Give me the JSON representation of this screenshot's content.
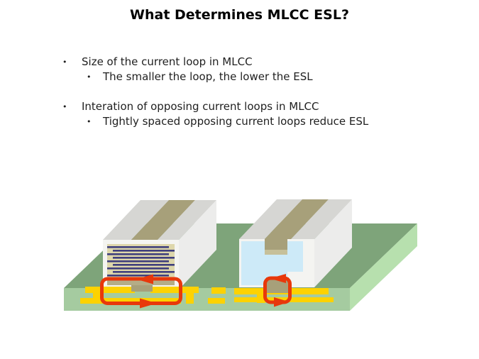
{
  "slide": {
    "title": "What Determines MLCC ESL?",
    "bullets": [
      {
        "marker": "•",
        "label": "Size of the current loop in MLCC",
        "sub_marker": "•",
        "sub": "The smaller the loop, the lower the ESL"
      },
      {
        "marker": "•",
        "label": "Interation of opposing current loops in MLCC",
        "sub_marker": "•",
        "sub": "Tightly spaced opposing current loops reduce ESL"
      }
    ]
  },
  "diagram": {
    "colors": {
      "board_top": "#7ea47a",
      "board_front": "#a5cba0",
      "board_side": "#b7e0ae",
      "trace_yellow": "#fdd201",
      "loop_red": "#e8380b",
      "electrode_navy": "#3f3f7d",
      "ceramic_cream": "#ded7ab",
      "termination_tan": "#a7a07a",
      "termination_tan_light": "#c6c09a",
      "bottom_tan_band": "#b4ad87",
      "cap_body_white": "#f4f4f1",
      "cap_top_silver": "#d6d6d3",
      "cap_side_silver": "#ececeb",
      "dielectric_blue": "#cdeaf8"
    }
  }
}
